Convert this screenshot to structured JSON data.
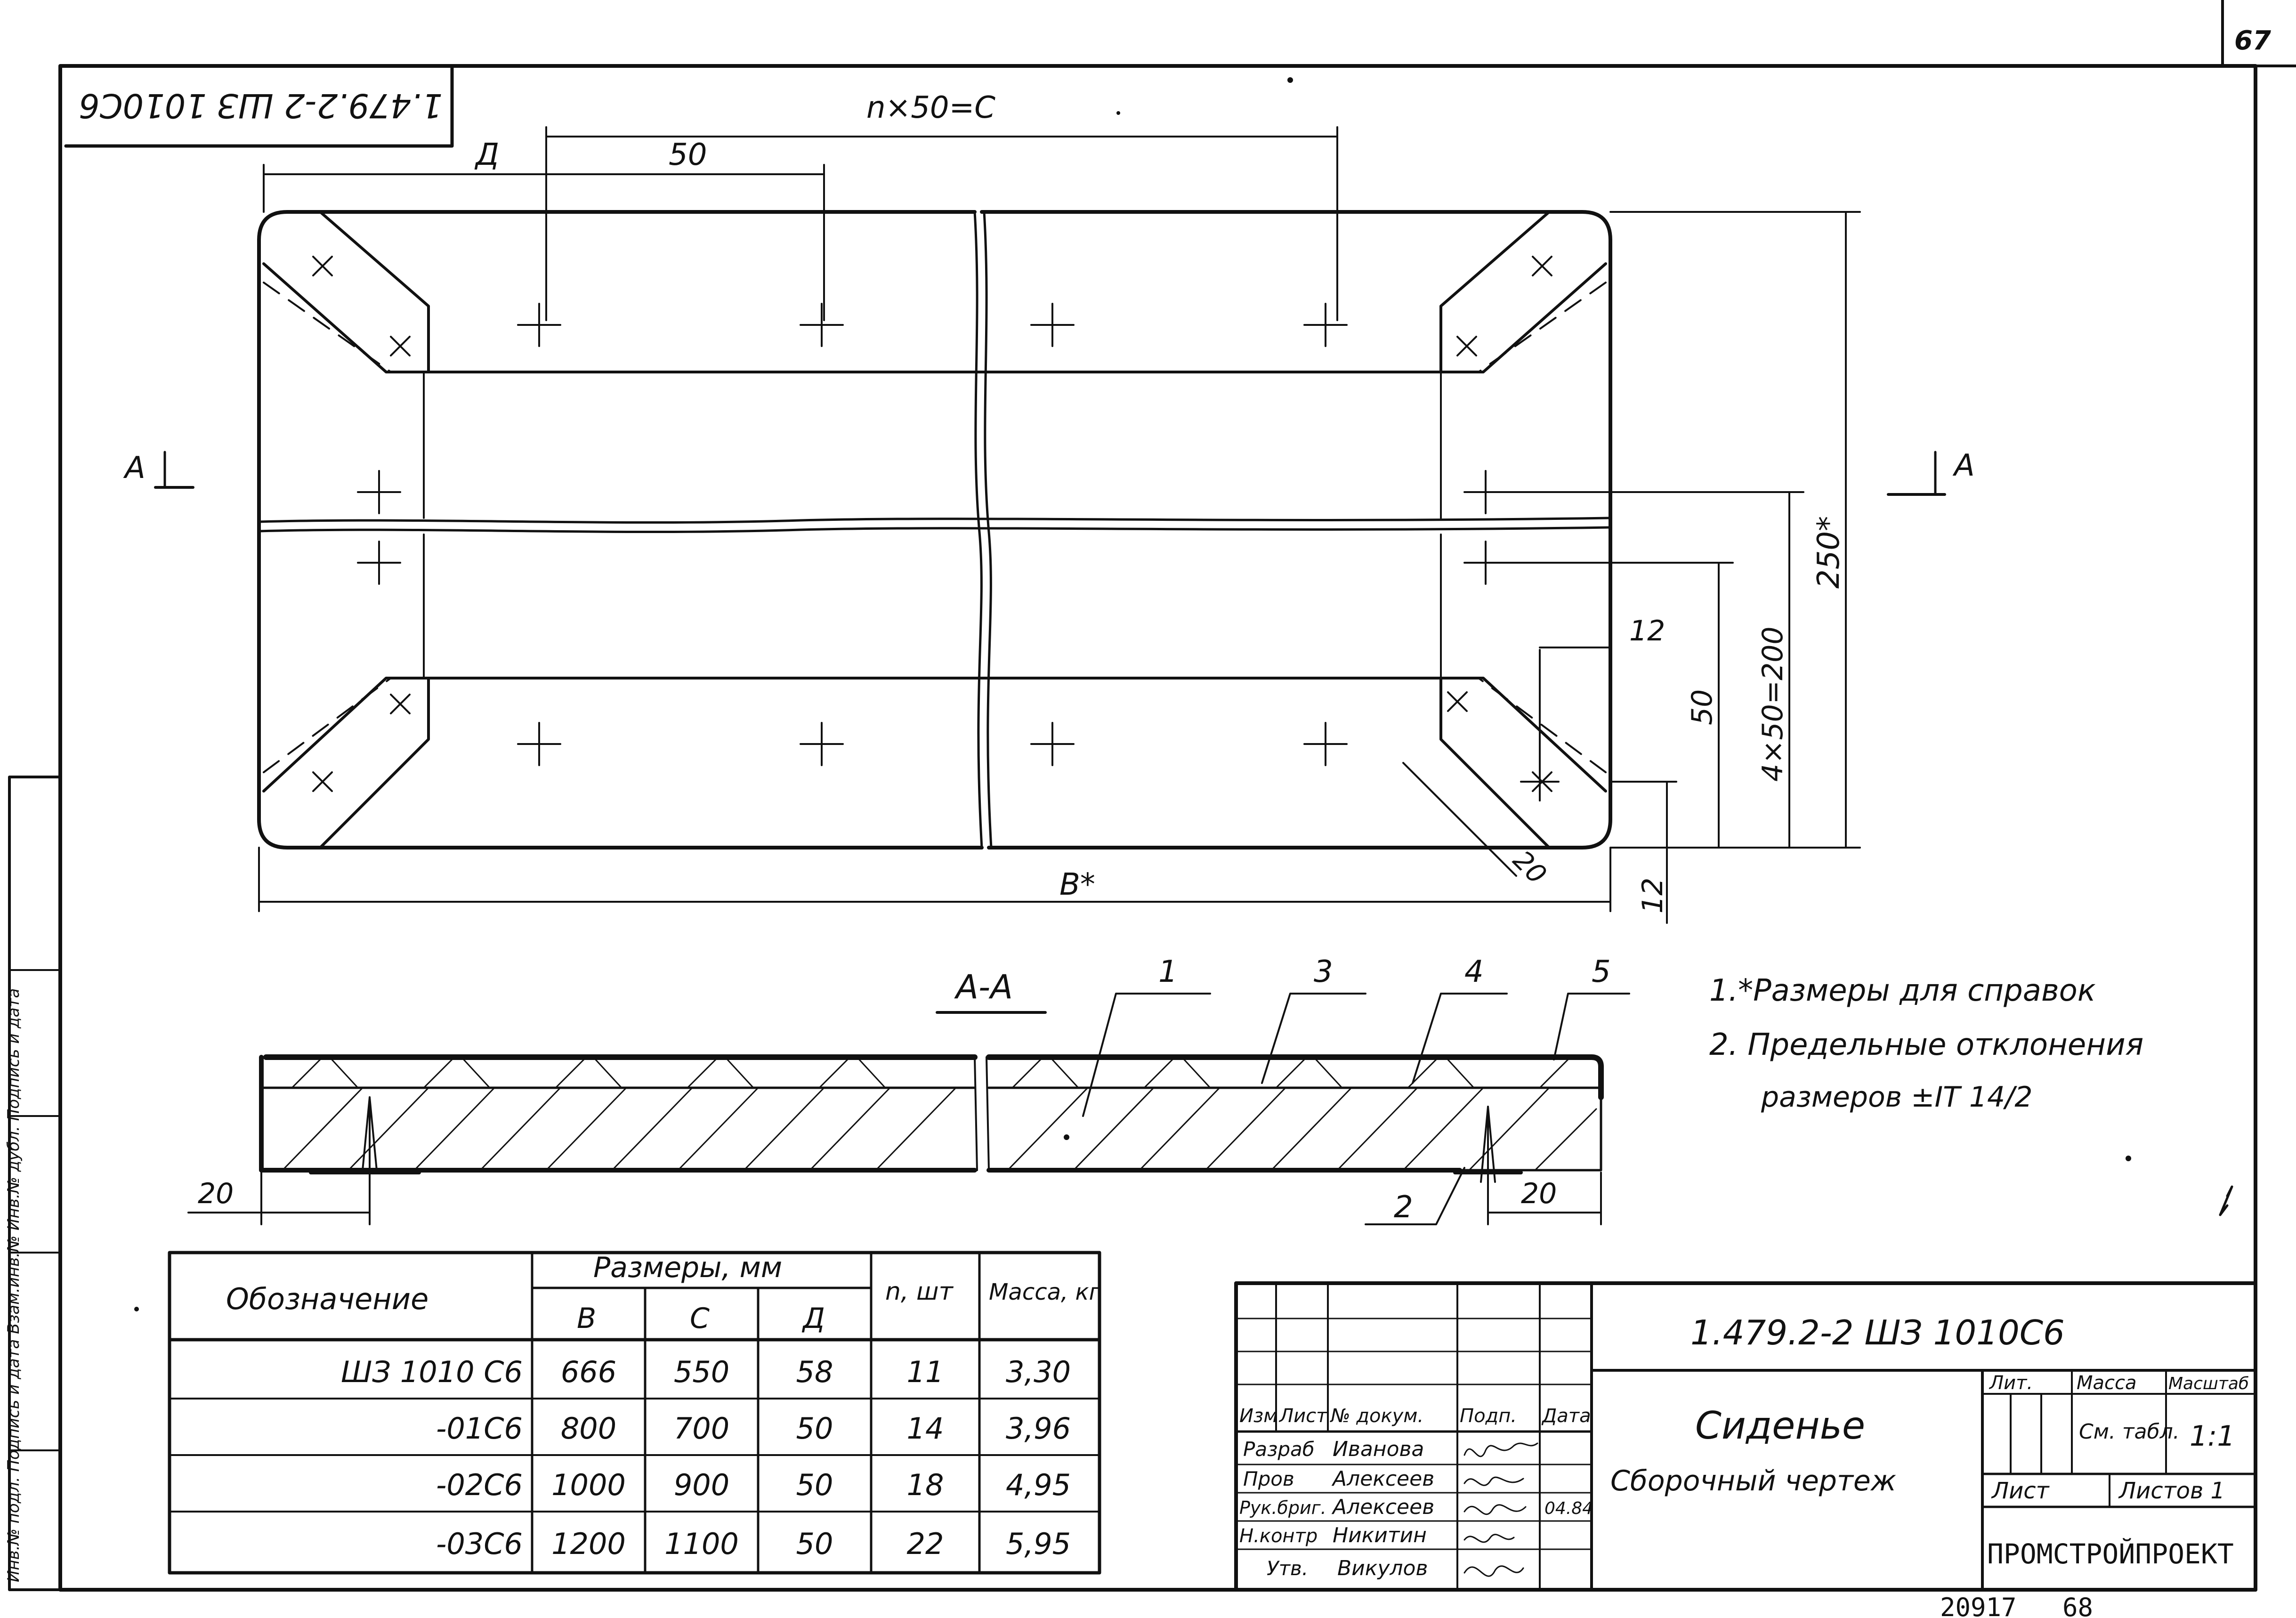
{
  "sheet": {
    "page_number": "67",
    "code_rotated": "1.479.2-2 ШЗ 1010С6"
  },
  "plan_view": {
    "dim_top": "n×50=C",
    "dim_d": "Д",
    "dim_50_top": "50",
    "dim_b": "B*",
    "dim_250": "250*",
    "dim_4x50": "4×50=200",
    "dim_50_side": "50",
    "dim_12_side": "12",
    "dim_12_bottom": "12",
    "dim_20_diag": "20",
    "section_mark_left": "A",
    "section_mark_right": "A"
  },
  "section_view": {
    "title": "A-A",
    "callouts": [
      "1",
      "3",
      "4",
      "5",
      "2"
    ],
    "dim_20_left": "20",
    "dim_20_right": "20"
  },
  "notes": {
    "note1": "1.*Размеры для справок",
    "note2a": "2. Предельные отклонения",
    "note2b": "размеров ±IT 14/2"
  },
  "spec_table": {
    "header_designation": "Обозначение",
    "header_sizes": "Размеры, мм",
    "header_b": "B",
    "header_c": "C",
    "header_d": "Д",
    "header_n": "n, шт",
    "header_mass": "Масса, кг",
    "rows": [
      {
        "designation": "ШЗ 1010 С6",
        "b": "666",
        "c": "550",
        "d": "58",
        "n": "11",
        "mass": "3,30"
      },
      {
        "designation": "-01С6",
        "b": "800",
        "c": "700",
        "d": "50",
        "n": "14",
        "mass": "3,96"
      },
      {
        "designation": "-02С6",
        "b": "1000",
        "c": "900",
        "d": "50",
        "n": "18",
        "mass": "4,95"
      },
      {
        "designation": "-03С6",
        "b": "1200",
        "c": "1100",
        "d": "50",
        "n": "22",
        "mass": "5,95"
      }
    ]
  },
  "title_block": {
    "code": "1.479.2-2 ШЗ 1010С6",
    "name": "Сиденье",
    "doc_type": "Сборочный чертеж",
    "col_izm": "Изм",
    "col_list": "Лист",
    "col_doc": "№ докум.",
    "col_sign": "Подп.",
    "col_date": "Дата",
    "roles": [
      {
        "role": "Разраб",
        "name": "Иванова"
      },
      {
        "role": "Пров",
        "name": "Алексеев"
      },
      {
        "role": "Рук.бриг.",
        "name": "Алексеев"
      },
      {
        "role": "Н.контр",
        "name": "Никитин"
      },
      {
        "role": "Утв.",
        "name": "Викулов"
      }
    ],
    "lit": "Лит.",
    "mass": "Масса",
    "scale_label": "Масштаб",
    "mass_value": "См. табл.",
    "scale_value": "1:1",
    "sheet_label": "Лист",
    "sheets_label": "Листов 1",
    "org": "ПРОМСТРОЙПРОЕКТ",
    "date_mark": "04.84"
  },
  "side_stamp": "Инв.№ подл. Подпись и дата Взам.инв.№ Инв.№ дубл. Подпись и дата",
  "footer": {
    "order_no": "20917",
    "page_no": "68"
  }
}
